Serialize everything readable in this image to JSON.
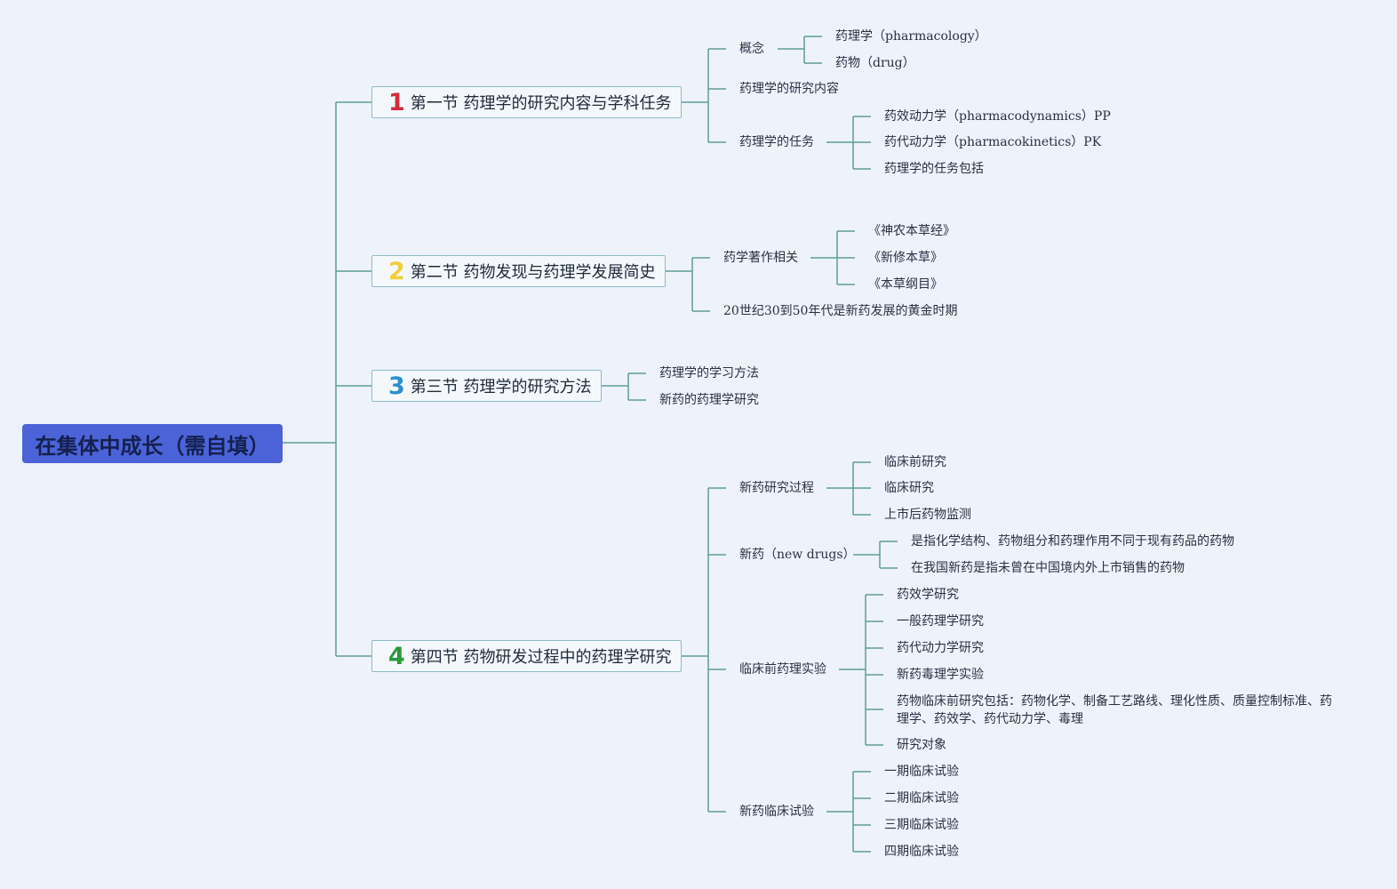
{
  "root": "在集体中成长（需自填）",
  "colors": {
    "root_bg": "#4c63d8",
    "line": "#5f9c96",
    "num1": "#d42a3a",
    "num2": "#f2cf3a",
    "num3": "#2a90d2",
    "num4": "#2a9a3a"
  },
  "sections": [
    {
      "num": "1",
      "title": "第一节 药理学的研究内容与学科任务"
    },
    {
      "num": "2",
      "title": "第二节 药物发现与药理学发展简史"
    },
    {
      "num": "3",
      "title": "第三节 药理学的研究方法"
    },
    {
      "num": "4",
      "title": "第四节 药物研发过程中的药理学研究"
    }
  ],
  "s1": {
    "concept": "概念",
    "concept_children": [
      "药理学（pharmacology）",
      "药物（drug）"
    ],
    "content": "药理学的研究内容",
    "task": "药理学的任务",
    "task_children": [
      "药效动力学（pharmacodynamics）PP",
      "药代动力学（pharmacokinetics）PK",
      "药理学的任务包括"
    ]
  },
  "s2": {
    "works": "药学著作相关",
    "works_children": [
      "《神农本草经》",
      "《新修本草》",
      "《本草纲目》"
    ],
    "golden": "20世纪30到50年代是新药发展的黄金时期"
  },
  "s3": {
    "items": [
      "药理学的学习方法",
      "新药的药理学研究"
    ]
  },
  "s4": {
    "process": "新药研究过程",
    "process_children": [
      "临床前研究",
      "临床研究",
      "上市后药物监测"
    ],
    "newdrug": "新药（new drugs）",
    "newdrug_children": [
      "是指化学结构、药物组分和药理作用不同于现有药品的药物",
      "在我国新药是指未曾在中国境内外上市销售的药物"
    ],
    "preclinical": "临床前药理实验",
    "preclinical_children": [
      "药效学研究",
      "一般药理学研究",
      "药代动力学研究",
      "新药毒理学实验",
      "药物临床前研究包括：药物化学、制备工艺路线、理化性质、质量控制标准、药理学、药效学、药代动力学、毒理",
      "研究对象"
    ],
    "clinical": "新药临床试验",
    "clinical_children": [
      "一期临床试验",
      "二期临床试验",
      "三期临床试验",
      "四期临床试验"
    ]
  }
}
